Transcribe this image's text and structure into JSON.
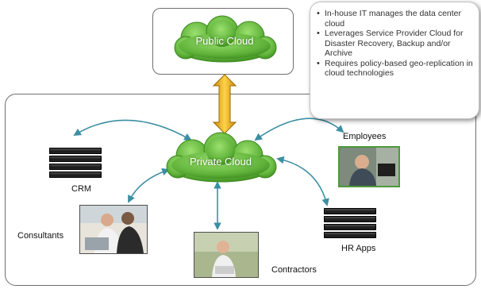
{
  "clouds": {
    "public": {
      "label": "Public Cloud"
    },
    "private": {
      "label": "Private Cloud"
    }
  },
  "notes": {
    "items": [
      "In-house IT manages the data center cloud",
      "Leverages Service Provider Cloud for Disaster Recovery, Backup and/or Archive",
      "Requires policy-based geo-replication in cloud technologies"
    ]
  },
  "nodes": {
    "crm": {
      "label": "CRM",
      "icon": "server-rack"
    },
    "consultants": {
      "label": "Consultants",
      "icon": "photo-people"
    },
    "contractors": {
      "label": "Contractors",
      "icon": "photo-person-laptop"
    },
    "employees": {
      "label": "Employees",
      "icon": "photo-person-computer"
    },
    "hr_apps": {
      "label": "HR Apps",
      "icon": "server-rack"
    }
  },
  "colors": {
    "cloud_green": "#6cc04a",
    "cloud_dark": "#3d8a1f",
    "arrow_teal": "#3b8fa3",
    "arrow_gold": "#e6a817",
    "frame": "#6f6f6f"
  }
}
